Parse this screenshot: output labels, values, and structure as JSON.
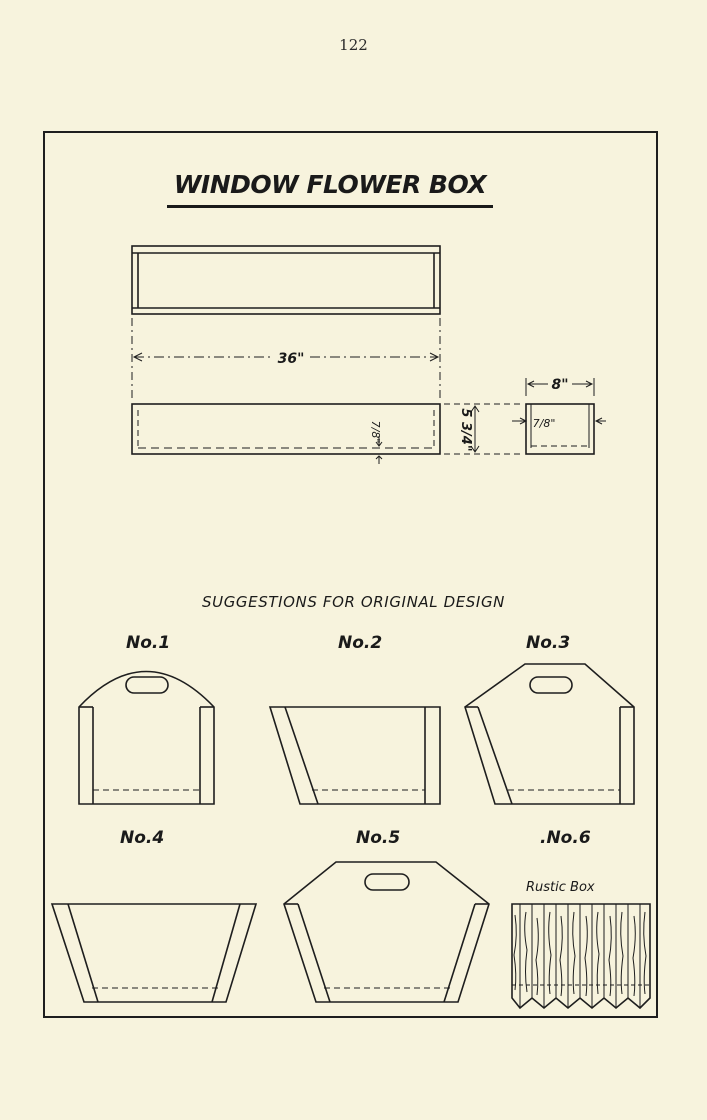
{
  "page_number": "122",
  "title": "WINDOW FLOWER BOX",
  "dimensions": {
    "length": "36\"",
    "end_width": "8\"",
    "board_thickness": "7/8\"",
    "end_board_thickness": "7/8\"",
    "height": "5 3/4\""
  },
  "subtitle": "SUGGESTIONS FOR ORIGINAL DESIGN",
  "designs": {
    "no1": "No.1",
    "no2": "No.2",
    "no3": "No.3",
    "no4": "No.4",
    "no5": "No.5",
    "no6": ".No.6"
  },
  "rustic_caption": "Rustic Box",
  "colors": {
    "paper": "#f7f3dd",
    "ink": "#1e1e1e"
  }
}
